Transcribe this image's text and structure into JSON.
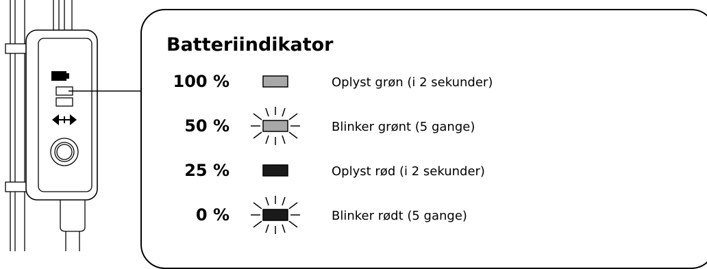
{
  "title": "Batteriindikator",
  "colors": {
    "green_led": "#a8a8a8",
    "red_led": "#1a1a1a",
    "line": "#000000"
  },
  "rows": [
    {
      "percent": "100 %",
      "description": "Oplyst grøn (i 2 sekunder)",
      "led": "green",
      "blinking": false
    },
    {
      "percent": "50 %",
      "description": "Blinker grønt (5 gange)",
      "led": "green",
      "blinking": true
    },
    {
      "percent": "25 %",
      "description": "Oplyst rød (i 2 sekunder)",
      "led": "red",
      "blinking": false
    },
    {
      "percent": "0 %",
      "description": "Blinker rødt (5 gange)",
      "led": "red",
      "blinking": true
    }
  ]
}
